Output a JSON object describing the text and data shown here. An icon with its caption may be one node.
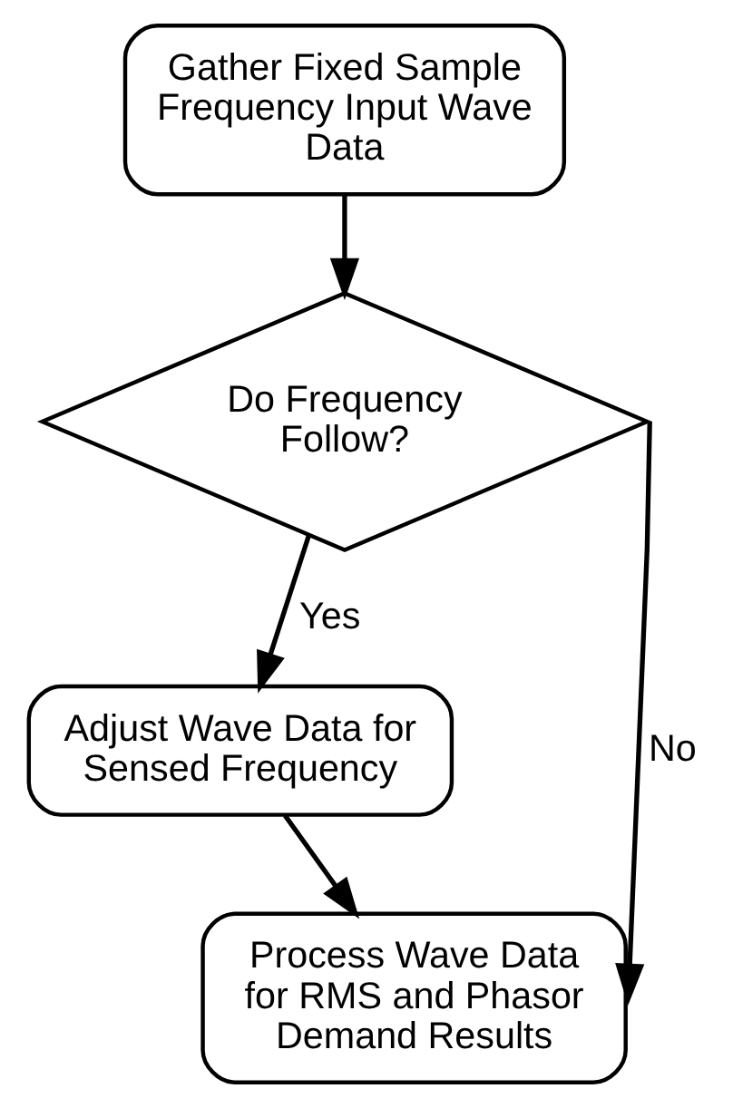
{
  "diagram": {
    "nodes": [
      {
        "text": [
          "Gather Fixed Sample Frequency Input Wave Data"
        ]
      },
      {
        "text": [
          "Do Frequency Follow?"
        ]
      },
      {
        "text": [
          "Adjust Wave Data for Sensed Frequency"
        ]
      },
      {
        "text": [
          "Process Wave Data for RMS and Phasor Demand Results"
        ]
      }
    ],
    "edges": [
      {
        "from": 0,
        "to": 1,
        "arrow": "to"
      },
      {
        "from": 1,
        "to": 2,
        "label": "Yes",
        "arrow": "to"
      },
      {
        "from": 1,
        "to": 3,
        "label": "No",
        "arrow": "to"
      },
      {
        "from": 2,
        "to": 3,
        "arrow": "to"
      }
    ]
  }
}
